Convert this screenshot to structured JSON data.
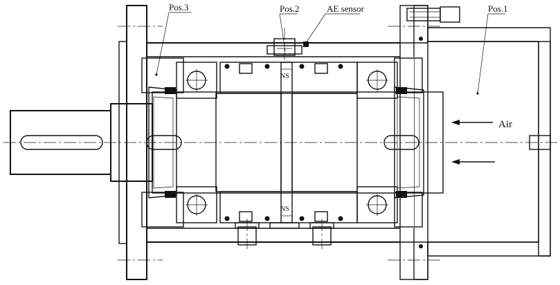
{
  "labels": {
    "pos1": "Pos.1",
    "pos2": "Pos.2",
    "pos3": "Pos.3",
    "ae_sensor": "AE sensor",
    "air": "Air",
    "ns_top": "NS",
    "ns_bottom": "NS"
  },
  "colors": {
    "line": "#111111",
    "background": "#ffffff",
    "hatch": "#111111"
  }
}
